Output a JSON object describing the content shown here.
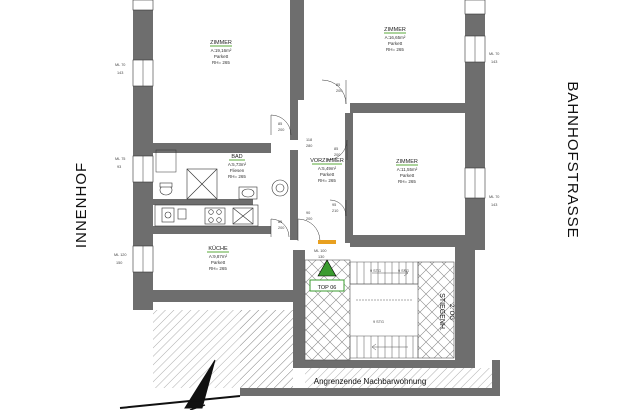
{
  "streets": {
    "left": "INNENHOF",
    "right": "BAHNHOFSTRASSE",
    "bottom": "Angrenzende Nachbarwohnung"
  },
  "rooms": [
    {
      "name": "ZIMMER",
      "area": "A:19,16m²",
      "floor": "Parkett",
      "height": "RH= 265"
    },
    {
      "name": "ZIMMER",
      "area": "A:16,65m²",
      "floor": "Parkett",
      "height": "RH= 265"
    },
    {
      "name": "BAD",
      "area": "A:5,73m²",
      "floor": "Fliesen",
      "height": "RH= 265"
    },
    {
      "name": "VORZIMMER",
      "area": "A:5,49m²",
      "floor": "Parkett",
      "height": "RH= 265"
    },
    {
      "name": "ZIMMER",
      "area": "A:11,55m²",
      "floor": "Parkett",
      "height": "RH= 265"
    },
    {
      "name": "KÜCHE",
      "area": "A:9,87m²",
      "floor": "Parkett",
      "height": "RH= 265"
    }
  ],
  "unit_label": "TOP 06",
  "stairwell": {
    "name": "STIEGENH.",
    "level": "2. OG",
    "step_upper_left": "9 STG",
    "step_upper_right": "9 STG",
    "step_lower": "9 STG"
  },
  "dims": {
    "ml_left_top": "ML 70",
    "ml_left_top_val": "143",
    "ml_left_mid": "ML 75",
    "ml_left_mid_val": "93",
    "ml_left_bot": "ML 120",
    "ml_left_bot_val": "150",
    "ml_right_top": "ML 70",
    "ml_right_top_val": "143",
    "ml_right_bot": "ML 70",
    "ml_right_bot_val": "143",
    "door_a": "85",
    "door_a_h": "200",
    "door_b": "85",
    "door_b_h": "200",
    "door_c": "85",
    "door_c_h": "200",
    "door_d": "85",
    "door_d_h": "200",
    "door_e": "90",
    "door_e_h": "200",
    "door_f": "95",
    "door_f_h": "210",
    "door_g": "ML 100",
    "door_g_h": "130",
    "door_h": "118",
    "door_h_h": "280"
  },
  "colors": {
    "wall": "#6e6e6e",
    "accent": "#3a9b2f",
    "door_orange": "#e8a020",
    "room_underline": "#5aaa3a"
  }
}
